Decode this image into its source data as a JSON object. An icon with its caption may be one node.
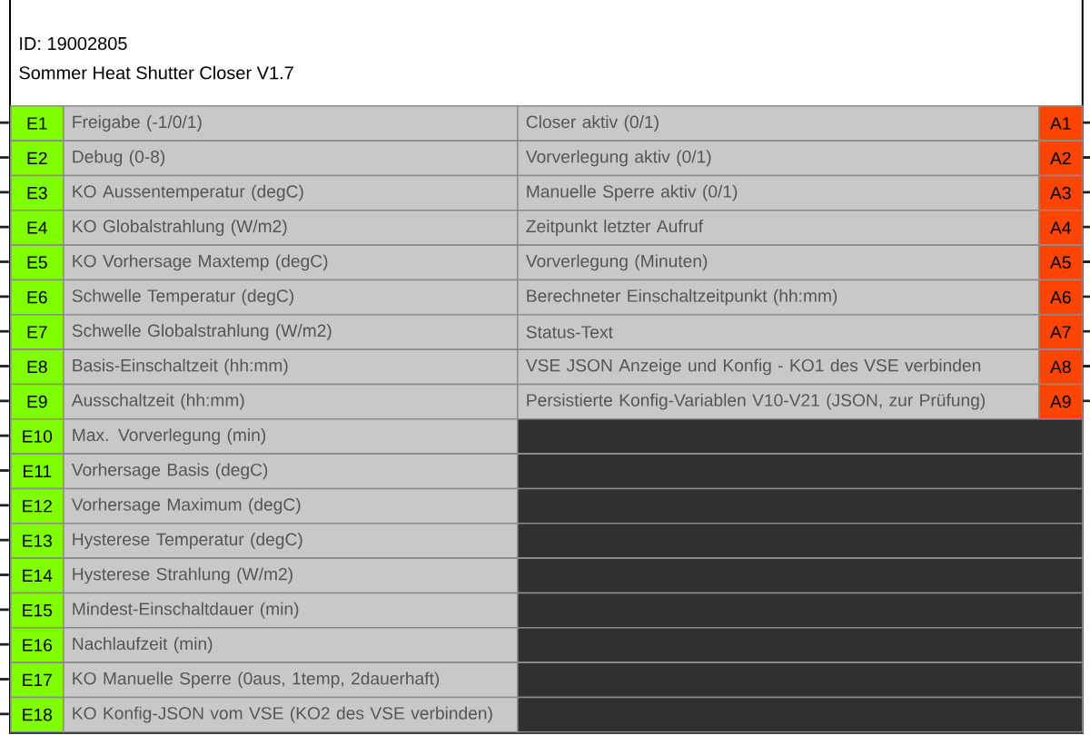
{
  "diagram": {
    "nodes": [
      {
        "text": [
          "ID: 19002805",
          "Sommer Heat Shutter Closer V1.7"
        ]
      },
      {
        "text": [
          "E1"
        ],
        "in": 0
      },
      {
        "text": [
          "Freigabe (-1/0/1)"
        ],
        "in": 0
      },
      {
        "text": [
          "Closer aktiv (0/1)"
        ],
        "in": 0
      },
      {
        "text": [
          "A1"
        ],
        "in": 0
      },
      {
        "text": [
          "E2"
        ],
        "in": 0
      },
      {
        "text": [
          "Debug (0-8)"
        ],
        "in": 0
      },
      {
        "text": [
          "Vorverlegung aktiv (0/1)"
        ],
        "in": 0
      },
      {
        "text": [
          "A2"
        ],
        "in": 0
      },
      {
        "text": [
          "E3"
        ],
        "in": 0
      },
      {
        "text": [
          "KO Aussentemperatur (degC)"
        ],
        "in": 0
      },
      {
        "text": [
          "Manuelle Sperre aktiv (0/1)"
        ],
        "in": 0
      },
      {
        "text": [
          "A3"
        ],
        "in": 0
      },
      {
        "text": [
          "E4"
        ],
        "in": 0
      },
      {
        "text": [
          "KO Globalstrahlung (W/m2)"
        ],
        "in": 0
      },
      {
        "text": [
          "Zeitpunkt letzter Aufruf"
        ],
        "in": 0
      },
      {
        "text": [
          "A4"
        ],
        "in": 0
      },
      {
        "text": [
          "E5"
        ],
        "in": 0
      },
      {
        "text": [
          "KO Vorhersage Maxtemp (degC)"
        ],
        "in": 0
      },
      {
        "text": [
          "Vorverlegung (Minuten)"
        ],
        "in": 0
      },
      {
        "text": [
          "A5"
        ],
        "in": 0
      },
      {
        "text": [
          "E6"
        ],
        "in": 0
      },
      {
        "text": [
          "Schwelle Temperatur (degC)"
        ],
        "in": 0
      },
      {
        "text": [
          "Berechneter Einschaltzeitpunkt (hh:mm)"
        ],
        "in": 0
      },
      {
        "text": [
          "A6"
        ],
        "in": 0
      },
      {
        "text": [
          "E7"
        ],
        "in": 0
      },
      {
        "text": [
          "Schwelle Globalstrahlung (W/m2)"
        ],
        "in": 0
      },
      {
        "text": [
          "Status-Text"
        ],
        "in": 0
      },
      {
        "text": [
          "A7"
        ],
        "in": 0
      },
      {
        "text": [
          "E8"
        ],
        "in": 0
      },
      {
        "text": [
          "Basis-Einschaltzeit (hh:mm)"
        ],
        "in": 0
      },
      {
        "text": [
          "VSE JSON Anzeige und Konfig - KO1 des VSE verbinden"
        ],
        "in": 0
      },
      {
        "text": [
          "A8"
        ],
        "in": 0
      },
      {
        "text": [
          "E9"
        ],
        "in": 0
      },
      {
        "text": [
          "Ausschaltzeit (hh:mm)"
        ],
        "in": 0
      },
      {
        "text": [
          "Persistierte Konfig-Variablen V10-V21 (JSON, zur Prüfung)"
        ],
        "in": 0
      },
      {
        "text": [
          "A9"
        ],
        "in": 0
      },
      {
        "text": [
          "E10"
        ],
        "in": 0
      },
      {
        "text": [
          "Max. Vorverlegung (min)"
        ],
        "in": 0
      },
      {
        "text": [],
        "shape": "box",
        "in": 0
      },
      {
        "text": [
          "E11"
        ],
        "in": 0
      },
      {
        "text": [
          "Vorhersage Basis (degC)"
        ],
        "in": 0
      },
      {
        "text": [],
        "shape": "box",
        "in": 0
      },
      {
        "text": [
          "E12"
        ],
        "in": 0
      },
      {
        "text": [
          "Vorhersage Maximum (degC)"
        ],
        "in": 0
      },
      {
        "text": [],
        "shape": "box",
        "in": 0
      },
      {
        "text": [
          "E13"
        ],
        "in": 0
      },
      {
        "text": [
          "Hysterese Temperatur (degC)"
        ],
        "in": 0
      },
      {
        "text": [],
        "shape": "box",
        "in": 0
      },
      {
        "text": [
          "E14"
        ],
        "in": 0
      },
      {
        "text": [
          "Hysterese Strahlung (W/m2)"
        ],
        "in": 0
      },
      {
        "text": [],
        "shape": "box",
        "in": 0
      },
      {
        "text": [
          "E15"
        ],
        "in": 0
      },
      {
        "text": [
          "Mindest-Einschaltdauer (min)"
        ],
        "in": 0
      },
      {
        "text": [],
        "shape": "box",
        "in": 0
      },
      {
        "text": [
          "E16"
        ],
        "in": 0
      },
      {
        "text": [
          "Nachlaufzeit (min)"
        ],
        "in": 0
      },
      {
        "text": [],
        "shape": "box",
        "in": 0
      },
      {
        "text": [
          "E17"
        ],
        "in": 0
      },
      {
        "text": [
          "KO Manuelle Sperre (0aus, 1temp, 2dauerhaft)"
        ],
        "in": 0
      },
      {
        "text": [],
        "shape": "box",
        "in": 0
      },
      {
        "text": [
          "E18"
        ],
        "in": 0
      },
      {
        "text": [
          "KO Konfig-JSON vom VSE (KO2 des VSE verbinden)"
        ],
        "in": 0
      },
      {
        "text": [],
        "shape": "box",
        "in": 0
      }
    ]
  }
}
